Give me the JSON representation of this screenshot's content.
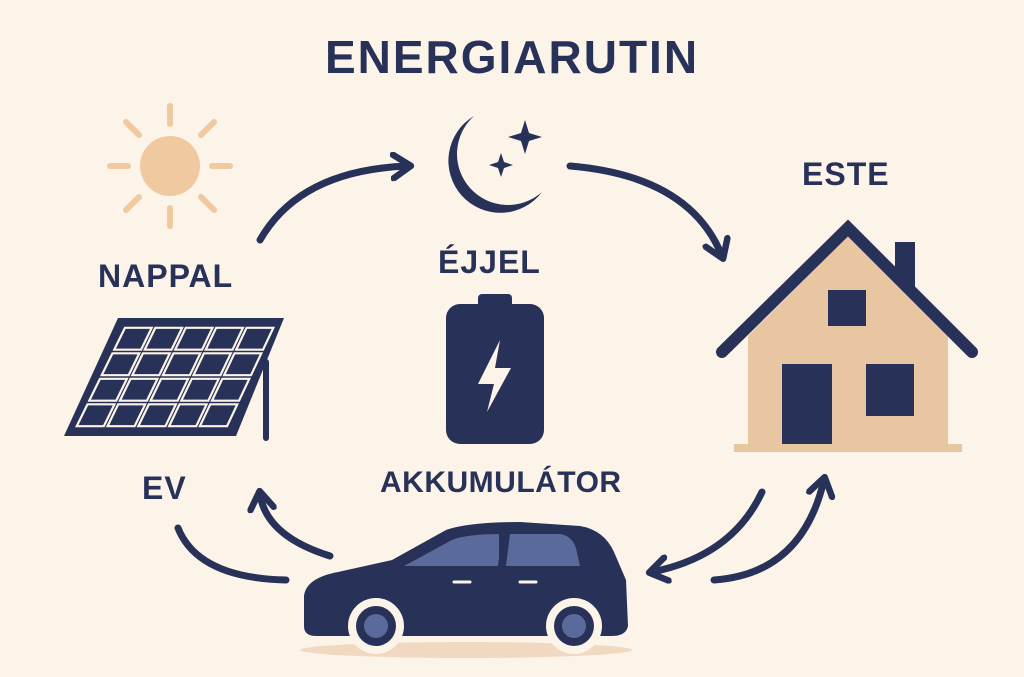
{
  "title": "ENERGIARUTIN",
  "nodes": {
    "day": {
      "label": "NAPPAL",
      "icon": "sun-icon"
    },
    "night": {
      "label": "ÉJJEL",
      "icon": "moon-stars-icon"
    },
    "evening": {
      "label": "ESTE",
      "icon": "house-icon"
    },
    "battery": {
      "label": "AKKUMULÁTOR",
      "icon": "battery-icon"
    },
    "ev": {
      "label": "EV",
      "icon": "car-icon"
    }
  },
  "colors": {
    "background": "#fcf4e8",
    "navy": "#283158",
    "sun": "#f0c9a0",
    "house": "#e8c6a2",
    "car_window": "#5a6a9a"
  }
}
